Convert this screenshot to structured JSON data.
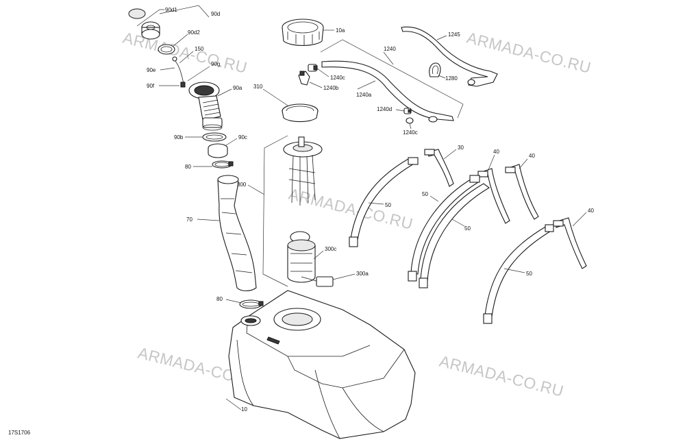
{
  "watermark": "ARMADA-CO.RU",
  "drawing_code": "17S1706",
  "callouts": {
    "c90d1": "90d1",
    "c90d": "90d",
    "c90d2": "90d2",
    "c150": "150",
    "c90e": "90e",
    "c90g": "90g",
    "c90f": "90f",
    "c90a": "90a",
    "c90b": "90b",
    "c90c": "90c",
    "c80a": "80",
    "c70": "70",
    "c80b": "80",
    "c10": "10",
    "c10a": "10a",
    "c310": "310",
    "c300": "300",
    "c300c": "300c",
    "c300a": "300a",
    "c1240c_a": "1240c",
    "c1240b": "1240b",
    "c1240": "1240",
    "c1240a": "1240a",
    "c1240d": "1240d",
    "c1240c_b": "1240c",
    "c1245": "1245",
    "c1280": "1280",
    "c30": "30",
    "c40a": "40",
    "c40b": "40",
    "c40c": "40",
    "c50a": "50",
    "c50b": "50",
    "c50c": "50",
    "c50d": "50"
  }
}
